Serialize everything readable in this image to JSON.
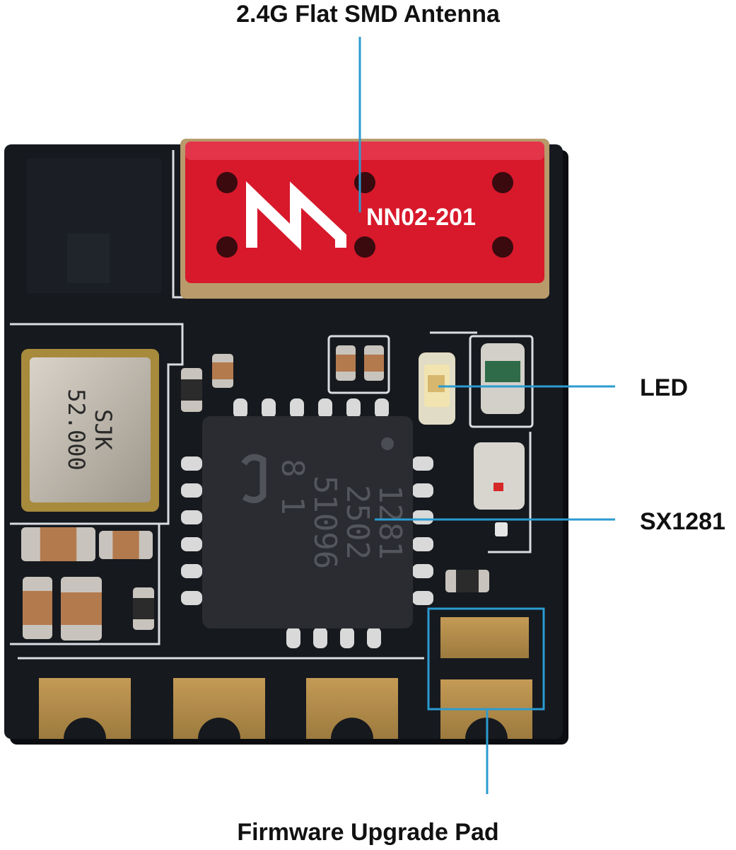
{
  "callouts": {
    "antenna": "2.4G Flat SMD Antenna",
    "led": "LED",
    "sx1281": "SX1281",
    "firmware_pad": "Firmware Upgrade Pad"
  },
  "antenna_chip": {
    "model": "NN02-201"
  },
  "crystal": {
    "line1": "SJK",
    "line2": "52.000"
  },
  "ic_marking": {
    "line1": "1281",
    "line2": "2502",
    "line3": "51096",
    "line4": "8 1"
  },
  "colors": {
    "board": "#16191e",
    "antenna_red": "#d7192b",
    "gold_pad": "#b08a47",
    "callout_line": "#2b9bd1",
    "ic_body": "#2a2c31"
  }
}
